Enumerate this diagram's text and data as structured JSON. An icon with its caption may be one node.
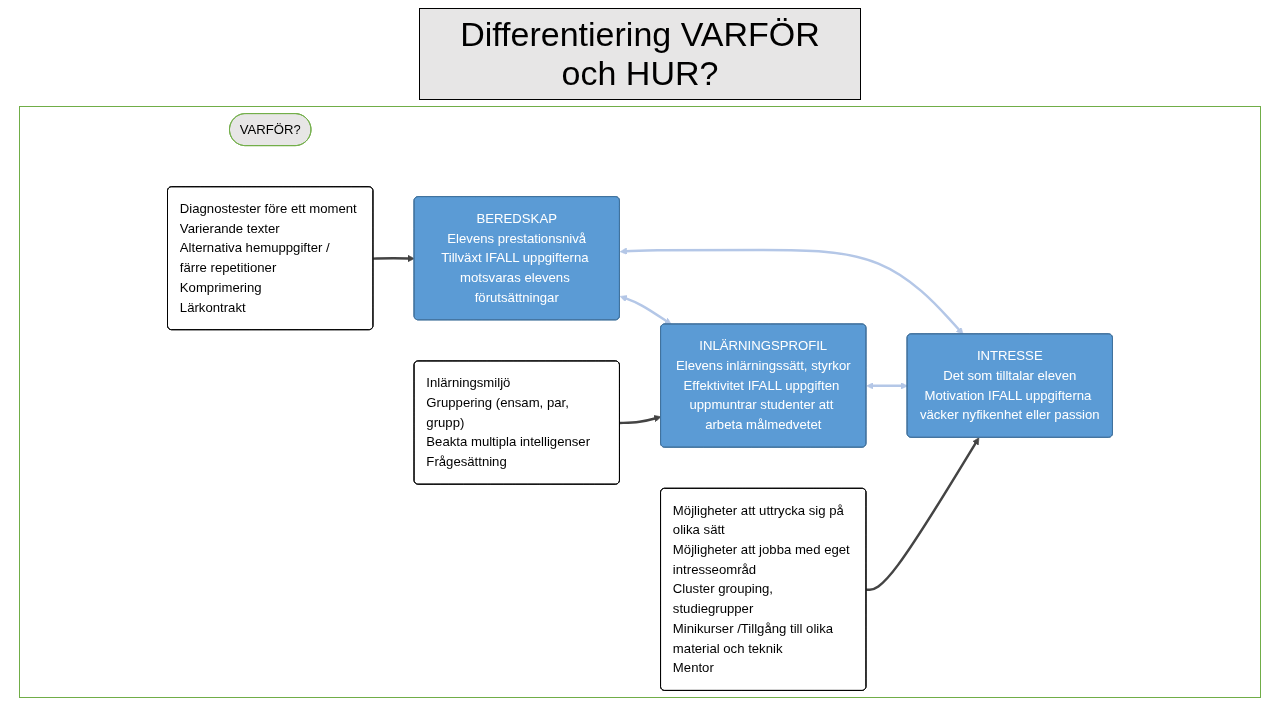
{
  "diagram": {
    "title": "Differentiering VARFÖR och HUR?",
    "nodes": [
      {
        "text": [
          "BEREDSKAP",
          "Elevens prestationsnivå",
          "Tillväxt IFALL uppgifterna motsvaras elevens förutsättningar"
        ]
      },
      {
        "text": [
          "VARFÖR?"
        ]
      },
      {
        "text": [
          "Diagnostester före ett moment",
          "Varierande texter",
          "Alternativa hemuppgifter / färre repetitioner",
          "Komprimering",
          "Lärkontrakt"
        ]
      },
      {
        "text": [
          "INLÄRNINGSPROFIL",
          "Elevens inlärningssätt, styrkor",
          "Effektivitet IFALL uppgiften uppmuntrar studenter att arbeta målmedvetet"
        ]
      },
      {
        "text": [
          "INTRESSE",
          "Det som tilltalar eleven",
          "Motivation IFALL uppgifterna väcker nyfikenhet eller passion"
        ]
      },
      {
        "text": [
          "Inlärningsmiljö",
          "Gruppering (ensam, par, grupp)",
          "Beakta multipla intelligenser",
          "Frågesättning"
        ]
      },
      {
        "text": [
          "Möjligheter att uttrycka sig på olika sätt",
          "Möjligheter att jobba med eget intresseområd",
          "Cluster grouping, studiegrupper",
          "Minikurser /Tillgång till olika material och teknik",
          "Mentor"
        ]
      }
    ],
    "edges": [
      {
        "from": 2,
        "to": 0,
        "arrow": "to"
      },
      {
        "from": 0,
        "to": 3,
        "arrow": "both",
        "color": "#b4c7e7"
      },
      {
        "from": 0,
        "to": 4,
        "arrow": "both",
        "color": "#b4c7e7"
      },
      {
        "from": 3,
        "to": 4,
        "arrow": "both",
        "color": "#b4c7e7"
      },
      {
        "from": 5,
        "to": 3,
        "arrow": "to"
      },
      {
        "from": 6,
        "to": 4,
        "arrow": "to"
      }
    ]
  }
}
